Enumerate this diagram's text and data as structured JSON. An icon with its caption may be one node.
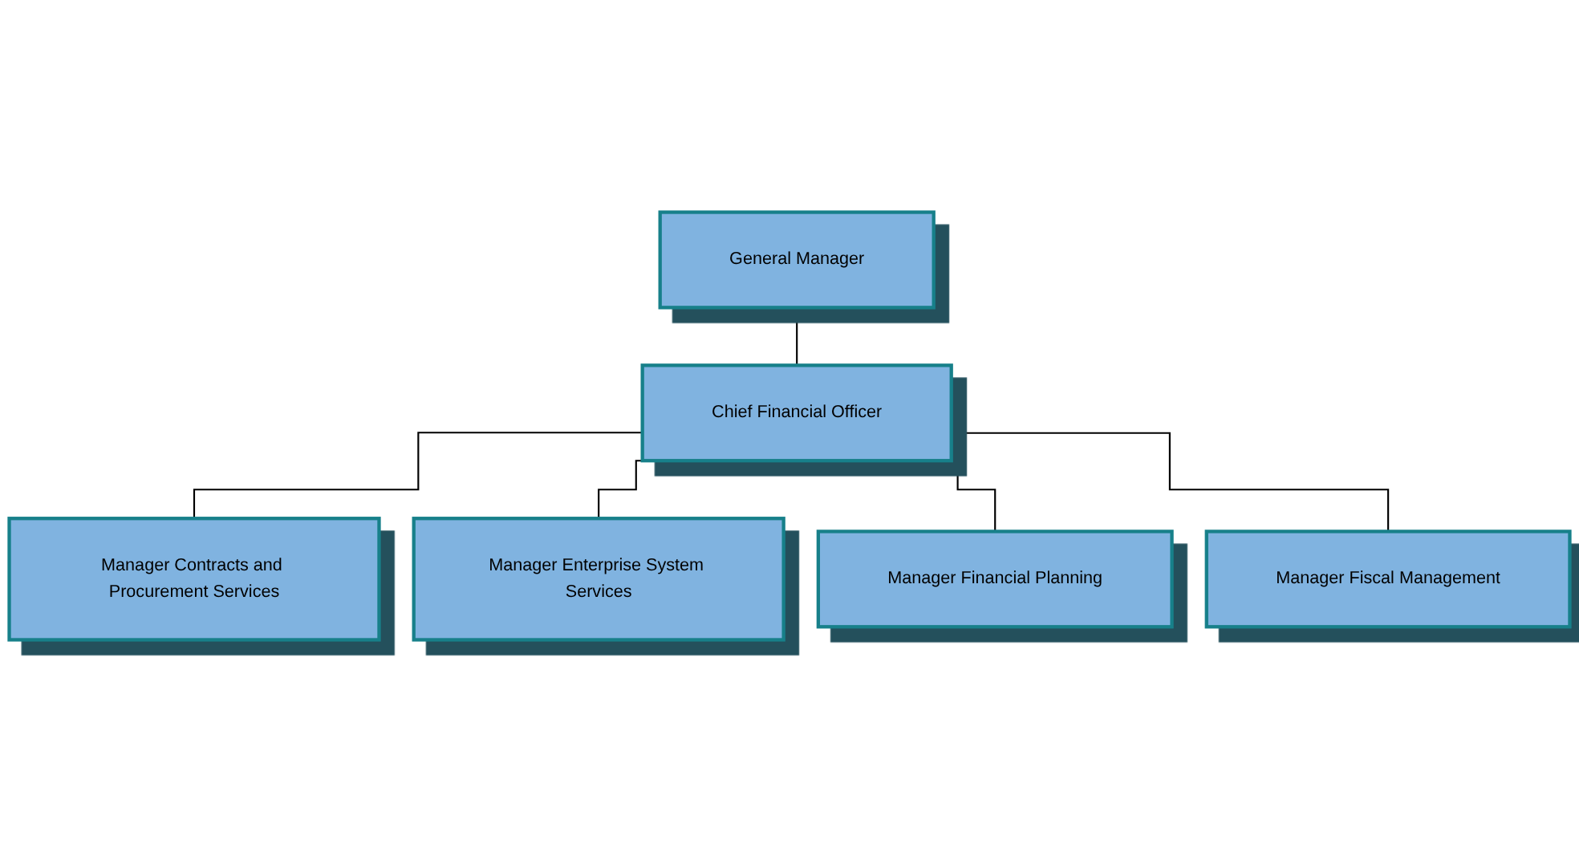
{
  "diagram": {
    "nodes": [
      {
        "text": [
          "General Manager"
        ]
      },
      {
        "text": [
          "Chief Financial Officer"
        ]
      },
      {
        "text": [
          "Manager Contracts and Procurement Services"
        ]
      },
      {
        "text": [
          "Manager Enterprise System Services"
        ]
      },
      {
        "text": [
          "Manager Financial Planning"
        ]
      },
      {
        "text": [
          "Manager Fiscal Management"
        ]
      }
    ],
    "edges": [
      {
        "from": 0,
        "to": 1,
        "arrow": "none"
      },
      {
        "from": 1,
        "to": 2,
        "arrow": "none"
      },
      {
        "from": 1,
        "to": 3,
        "arrow": "none"
      },
      {
        "from": 1,
        "to": 4,
        "arrow": "none"
      },
      {
        "from": 1,
        "to": 5,
        "arrow": "none"
      }
    ]
  }
}
